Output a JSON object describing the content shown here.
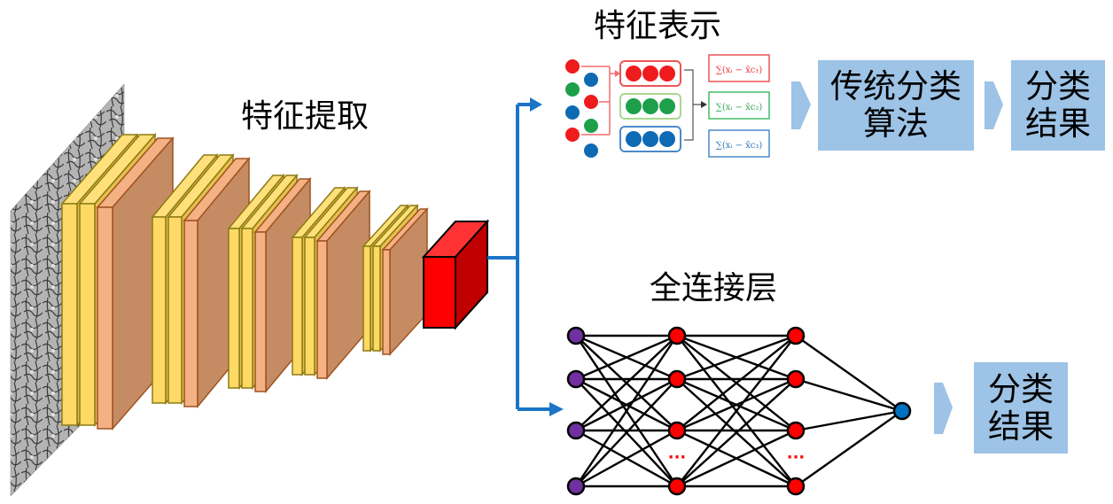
{
  "labels": {
    "feature_extraction": "特征提取",
    "feature_representation": "特征表示",
    "fully_connected": "全连接层"
  },
  "traditional_box": {
    "line1": "传统分类",
    "line2": "算法"
  },
  "result_box_top": {
    "line1": "分类",
    "line2": "结果"
  },
  "result_box_bottom": {
    "line1": "分类",
    "line2": "结果"
  },
  "ellipsis": "···",
  "formulas": [
    {
      "text": "∑(xᵢ − x̄c₁)",
      "color": "#ee3333"
    },
    {
      "text": "∑(xᵢ − x̄c₂)",
      "color": "#33aa55"
    },
    {
      "text": "∑(xᵢ − x̄c₃)",
      "color": "#3377bb"
    }
  ],
  "colors": {
    "yellow_layer": "#ffd966",
    "yellow_border": "#8c7a14",
    "salmon_layer": "#f4b183",
    "brown_layer": "#c58c64",
    "brown_border": "#a0521e",
    "red_cube": "#ff0000",
    "blue_line": "#1a75c8",
    "box_fill": "#9dc3e6",
    "node_purple": "#7030a0",
    "node_red": "#ff0000",
    "node_blue": "#0070c0",
    "cluster_red": "#ee1c1c",
    "cluster_green": "#1ea04b",
    "cluster_blue": "#0f6ab4"
  },
  "network": {
    "layers": [
      4,
      4,
      4,
      1
    ],
    "hidden_layers_have_ellipsis": true
  },
  "conv_stages": 5
}
